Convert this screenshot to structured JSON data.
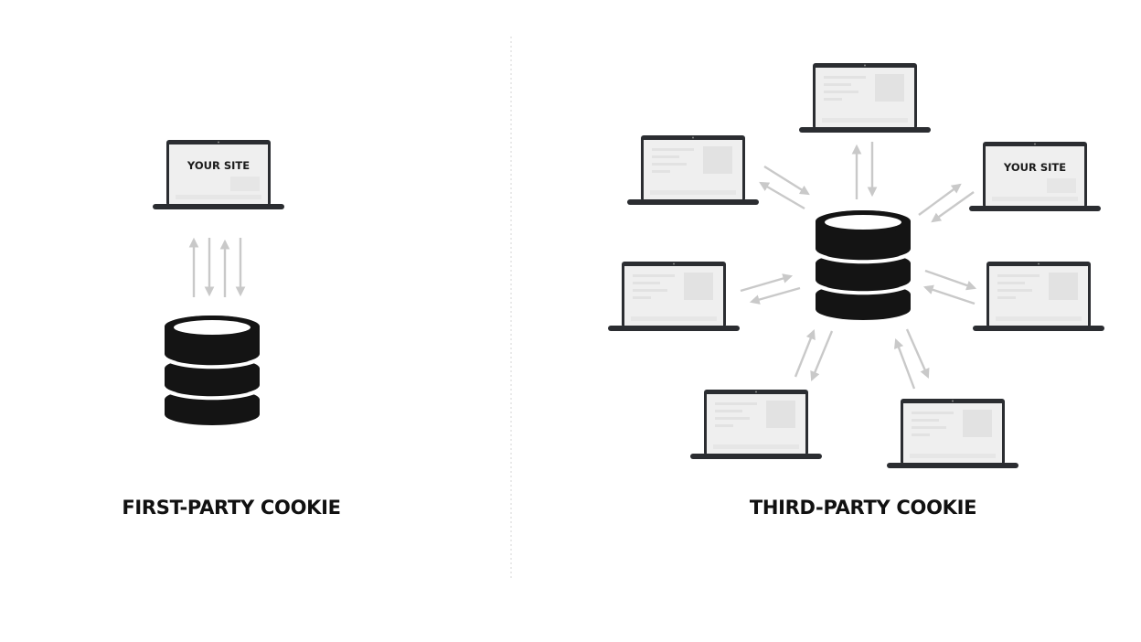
{
  "first_party": {
    "title": "FIRST-PARTY COOKIE",
    "site_label": "YOUR SITE"
  },
  "third_party": {
    "title": "THIRD-PARTY COOKIE",
    "site_label": "YOUR SITE",
    "connected_site_count": 7
  },
  "colors": {
    "laptop_frame": "#2b2d31",
    "screen": "#efefef",
    "database": "#141414",
    "arrow": "#c9c9c9",
    "divider": "#d6d6d6",
    "text": "#111111"
  }
}
